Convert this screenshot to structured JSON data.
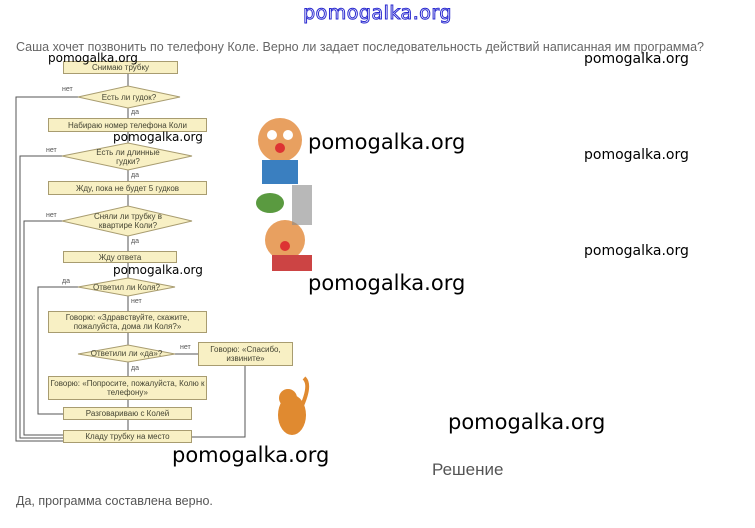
{
  "header": {
    "site": "pomogalka.org"
  },
  "question": "Саша хочет позвонить по телефону Коле. Верно ли задает последовательность действий написанная им программа?",
  "watermark": "pomogalka.org",
  "flowchart": {
    "b1": "Снимаю трубку",
    "d1": "Есть ли гудок?",
    "b2": "Набираю номер телефона Коли",
    "d2": "Есть ли длинные гудки?",
    "b3": "Жду, пока не будет 5 гудков",
    "d3": "Сняли ли трубку в квартире Коли?",
    "b4": "Жду ответа",
    "d4": "Ответил ли Коля?",
    "b5": "Говорю: «Здравствуйте, скажите, пожалуйста, дома ли Коля?»",
    "d5": "Ответили ли «да»?",
    "b6": "Говорю: «Спасибо, извините»",
    "b7": "Говорю: «Попросите, пожалуйста, Колю к телефону»",
    "b8": "Разговариваю с Колей",
    "b9": "Кладу трубку на место",
    "yes": "да",
    "no": "нет"
  },
  "solution_title": "Решение",
  "answer": "Да, программа составлена верно."
}
